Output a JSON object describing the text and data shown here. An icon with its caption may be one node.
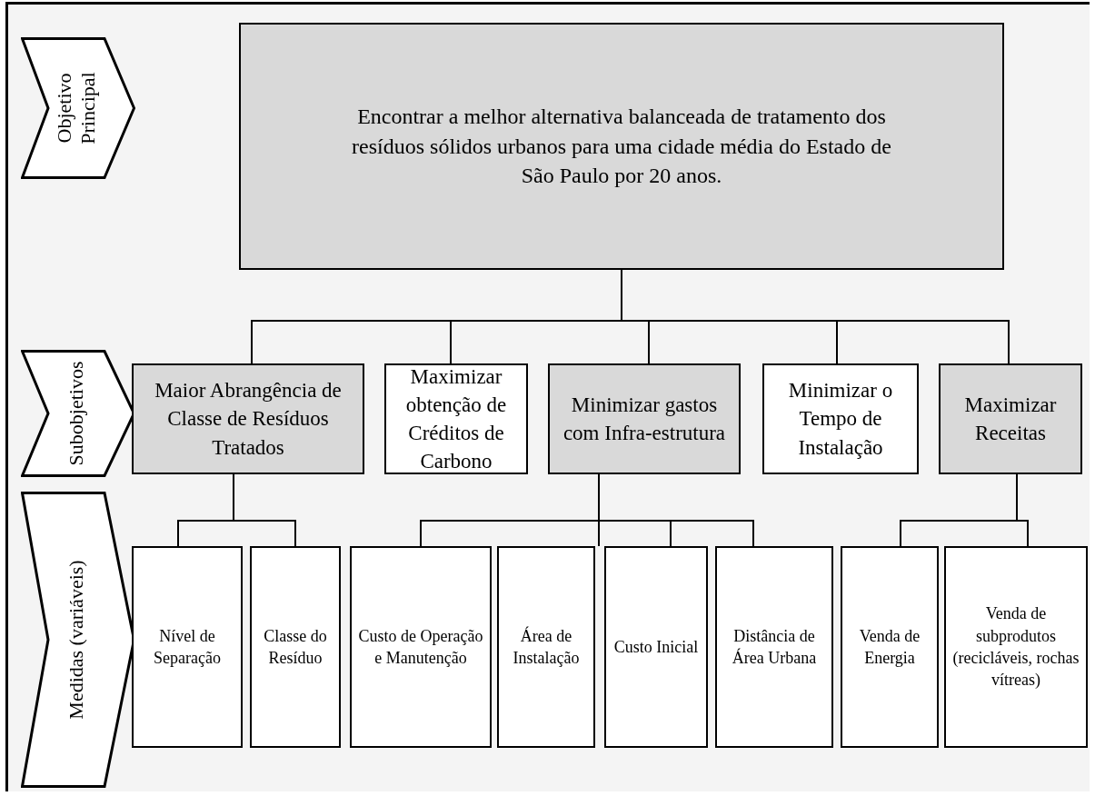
{
  "diagram": {
    "nodes": [
      {
        "text": [
          "Objetivo Principal"
        ]
      },
      {
        "text": [
          "Subobjetivos"
        ]
      },
      {
        "text": [
          "Medidas (variáveis)"
        ]
      },
      {
        "text": [
          "Encontrar a melhor alternativa balanceada de tratamento dos resíduos sólidos urbanos para uma cidade média do Estado de São Paulo por 20 anos."
        ]
      },
      {
        "text": [
          "Maior Abrangência de Classe de Resíduos Tratados"
        ]
      },
      {
        "text": [
          "Maximizar obtenção de Créditos de Carbono"
        ]
      },
      {
        "text": [
          "Minimizar gastos com Infra-estrutura"
        ]
      },
      {
        "text": [
          "Minimizar o Tempo de Instalação"
        ]
      },
      {
        "text": [
          "Maximizar Receitas"
        ]
      },
      {
        "text": [
          "Nível de Separação"
        ]
      },
      {
        "text": [
          "Classe do Resíduo"
        ]
      },
      {
        "text": [
          "Custo de Operação e Manutenção"
        ]
      },
      {
        "text": [
          "Área de Instalação"
        ]
      },
      {
        "text": [
          "Custo Inicial"
        ]
      },
      {
        "text": [
          "Distância de Área Urbana"
        ]
      },
      {
        "text": [
          "Venda de Energia"
        ]
      },
      {
        "text": [
          "Venda de subprodutos (recicláveis, rochas vítreas)"
        ]
      }
    ],
    "edges": [
      {
        "from": 3,
        "to": 4,
        "arrow": "none"
      },
      {
        "from": 3,
        "to": 5,
        "arrow": "none"
      },
      {
        "from": 3,
        "to": 6,
        "arrow": "none"
      },
      {
        "from": 3,
        "to": 7,
        "arrow": "none"
      },
      {
        "from": 3,
        "to": 8,
        "arrow": "none"
      },
      {
        "from": 4,
        "to": 9,
        "arrow": "none"
      },
      {
        "from": 4,
        "to": 10,
        "arrow": "none"
      },
      {
        "from": 6,
        "to": 11,
        "arrow": "none"
      },
      {
        "from": 6,
        "to": 12,
        "arrow": "none"
      },
      {
        "from": 6,
        "to": 13,
        "arrow": "none"
      },
      {
        "from": 6,
        "to": 14,
        "arrow": "none"
      },
      {
        "from": 8,
        "to": 15,
        "arrow": "none"
      },
      {
        "from": 8,
        "to": 16,
        "arrow": "none"
      }
    ]
  }
}
